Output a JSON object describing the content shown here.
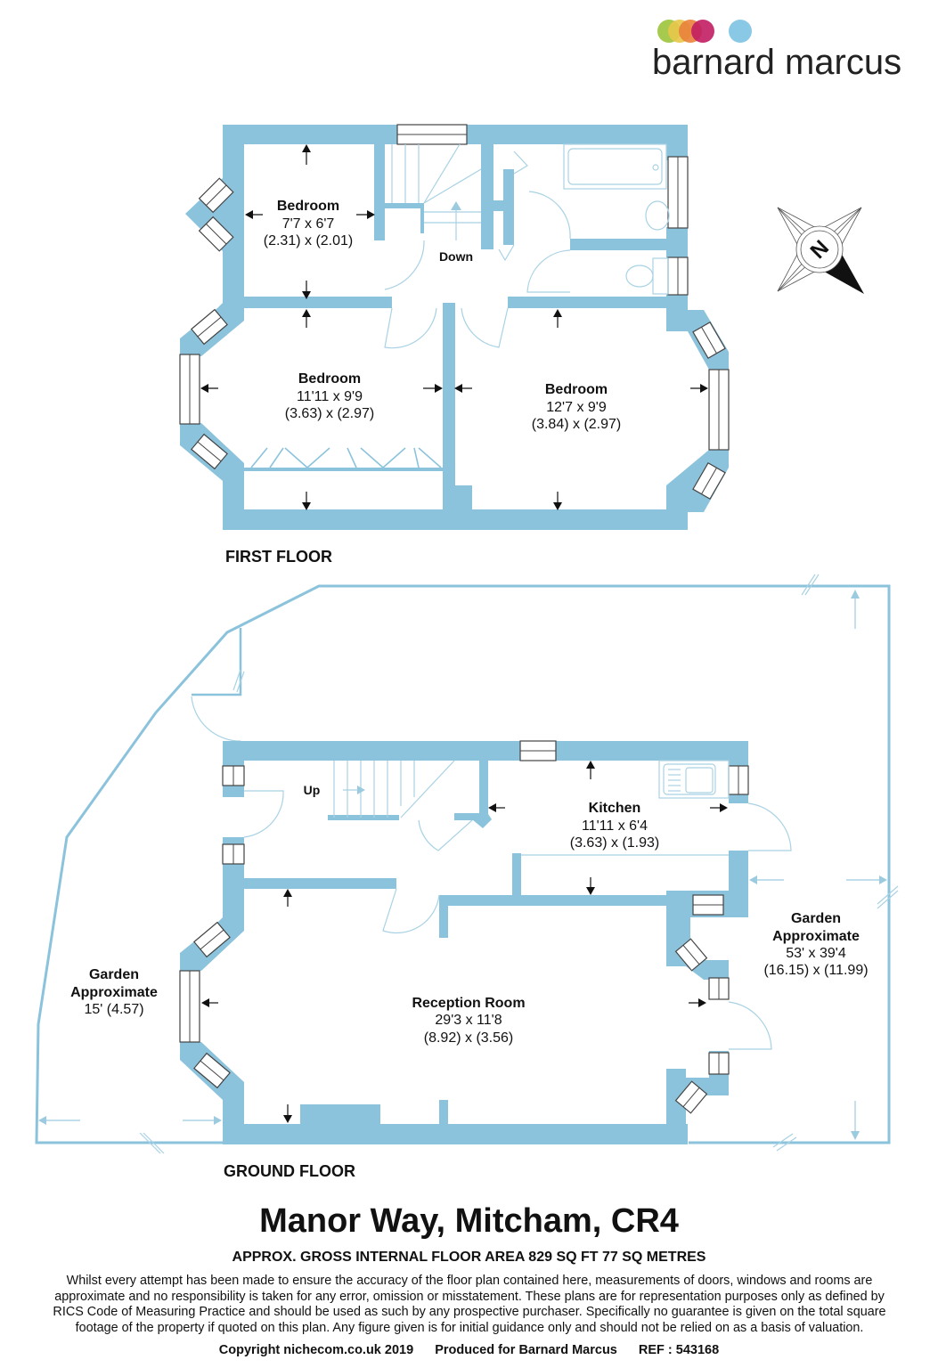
{
  "brand": {
    "name": "barnard marcus",
    "dot_colors": [
      "#9bc43a",
      "#e8c64a",
      "#e9823b",
      "#c21e63",
      "#7dc3e2"
    ]
  },
  "colors": {
    "wall": "#8cc3dc",
    "fixture_line": "#a9d2e4",
    "text": "#111111"
  },
  "compass": {
    "label": "N"
  },
  "first_floor": {
    "label": "FIRST FLOOR",
    "stairs_label": "Down",
    "rooms": [
      {
        "name": "Bedroom",
        "imperial": "7'7 x 6'7",
        "metric": "(2.31) x (2.01)"
      },
      {
        "name": "Bedroom",
        "imperial": "11'11 x 9'9",
        "metric": "(3.63) x (2.97)"
      },
      {
        "name": "Bedroom",
        "imperial": "12'7 x 9'9",
        "metric": "(3.84) x (2.97)"
      }
    ]
  },
  "ground_floor": {
    "label": "GROUND FLOOR",
    "stairs_label": "Up",
    "rooms": [
      {
        "name": "Kitchen",
        "imperial": "11'11 x 6'4",
        "metric": "(3.63) x (1.93)"
      },
      {
        "name": "Reception Room",
        "imperial": "29'3 x 11'8",
        "metric": "(8.92) x (3.56)"
      }
    ],
    "gardens": [
      {
        "name": "Garden",
        "qualifier": "Approximate",
        "dims": "15' (4.57)"
      },
      {
        "name": "Garden",
        "qualifier": "Approximate",
        "dims": "53' x 39'4",
        "metric": "(16.15) x (11.99)"
      }
    ]
  },
  "footer": {
    "address": "Manor Way, Mitcham, CR4",
    "area": "APPROX. GROSS INTERNAL FLOOR AREA 829 SQ FT 77 SQ METRES",
    "disclaimer": [
      "Whilst every attempt has been made to ensure the accuracy of the floor plan contained here, measurements of doors, windows and rooms are",
      "approximate and no responsibility is taken for any error, omission or misstatement. These plans are for representation purposes only as defined by",
      "RICS Code of Measuring Practice and should be used as such by any prospective purchaser.  Specifically no guarantee is given on the total square",
      "footage of the property if quoted on this plan. Any figure given is for initial guidance only and should not be relied on as a basis of valuation."
    ],
    "copyright": "Copyright nichecom.co.uk 2019",
    "produced_for": "Produced for Barnard Marcus",
    "ref": "REF : 543168"
  }
}
